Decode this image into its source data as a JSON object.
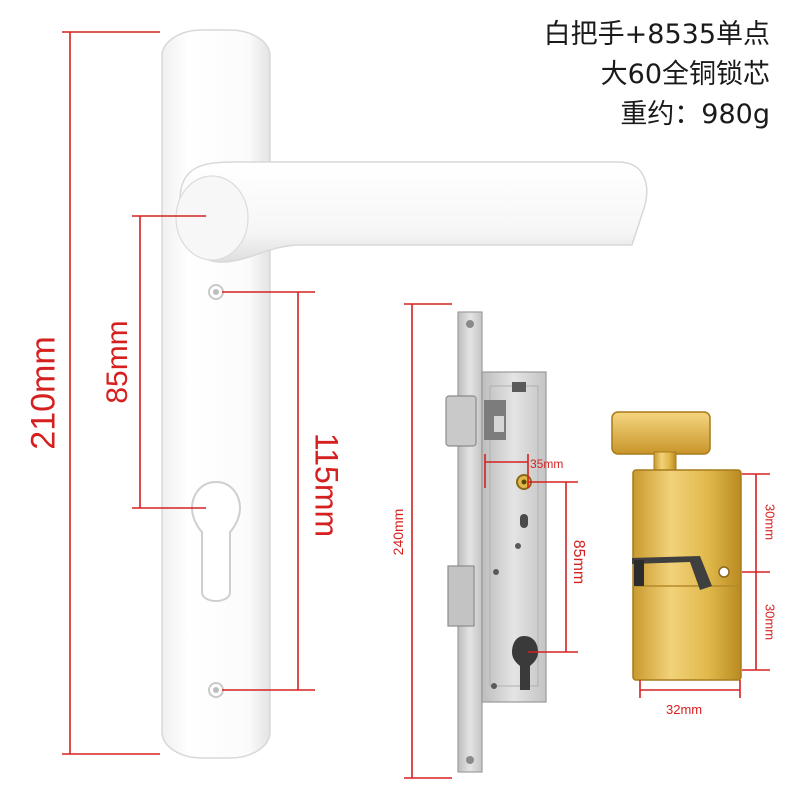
{
  "header": {
    "line1": "白把手+8535单点",
    "line2": "大60全铜锁芯",
    "line3": "重约：980g"
  },
  "dimensions": {
    "handle_total": "210mm",
    "handle_upper": "85mm",
    "handle_lower": "115mm",
    "lock_body_height": "240mm",
    "lock_backset": "35mm",
    "lock_center": "85mm",
    "cylinder_top": "30mm",
    "cylinder_bottom": "30mm",
    "cylinder_width": "32mm"
  },
  "colors": {
    "dimension_red": "#d62020",
    "handle_white": "#ffffff",
    "lock_silver": "#d8d8d8",
    "cylinder_gold": "#e0b84a"
  }
}
